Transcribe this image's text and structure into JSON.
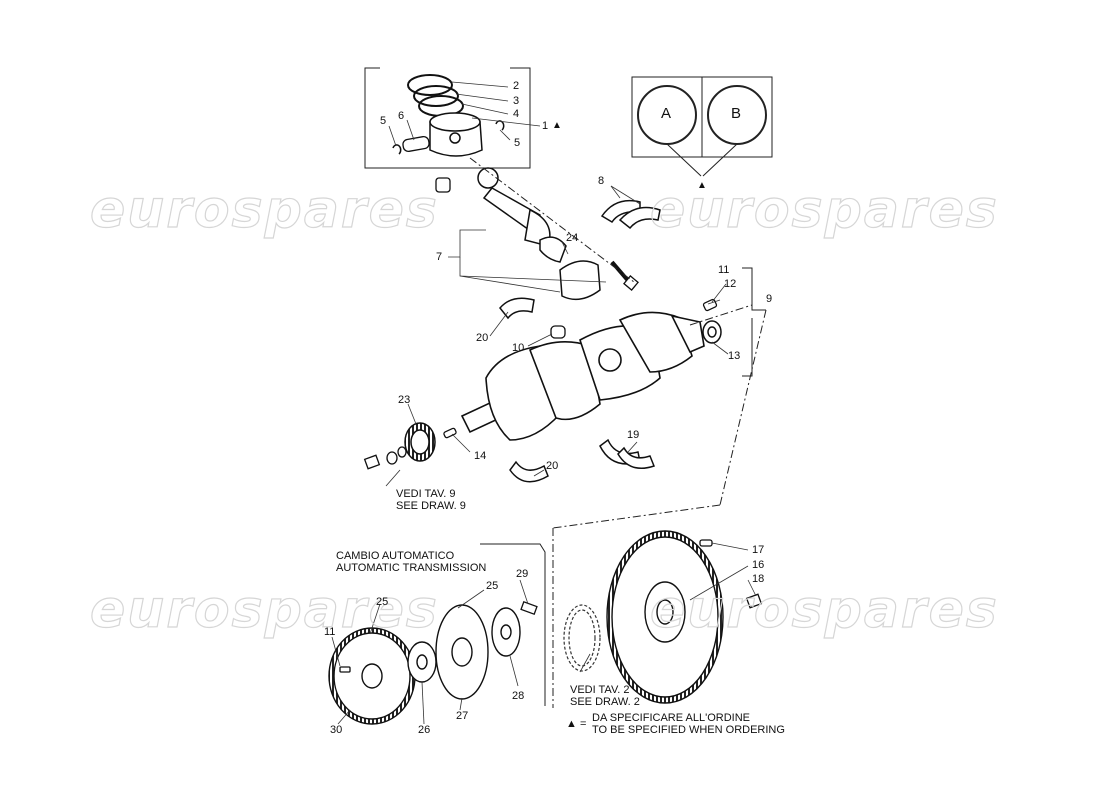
{
  "watermark": "eurospares",
  "boxes": {
    "a_label": "A",
    "b_label": "B"
  },
  "labels": {
    "p1": "1",
    "p2": "2",
    "p3": "3",
    "p4": "4",
    "p5a": "5",
    "p5b": "5",
    "p6": "6",
    "p7": "7",
    "p8": "8",
    "p9": "9",
    "p10": "10",
    "p11": "11",
    "p11b": "11",
    "p12": "12",
    "p13": "13",
    "p14": "14",
    "p16": "16",
    "p17": "17",
    "p18": "18",
    "p19": "19",
    "p20a": "20",
    "p20b": "20",
    "p23": "23",
    "p24": "24",
    "p25a": "25",
    "p25b": "25",
    "p26": "26",
    "p27": "27",
    "p28": "28",
    "p29": "29",
    "p30": "30"
  },
  "notes": {
    "vedi9": "VEDI TAV. 9",
    "see9": "SEE DRAW. 9",
    "cambio": "CAMBIO AUTOMATICO",
    "auto": "AUTOMATIC TRANSMISSION",
    "vedi2": "VEDI TAV. 2",
    "see2": "SEE DRAW. 2",
    "legend_eq": "▲ =",
    "legend_it": "DA SPECIFICARE ALL'ORDINE",
    "legend_en": "TO BE SPECIFIED WHEN ORDERING"
  },
  "icons": {
    "triangle": "warning-triangle-icon"
  }
}
